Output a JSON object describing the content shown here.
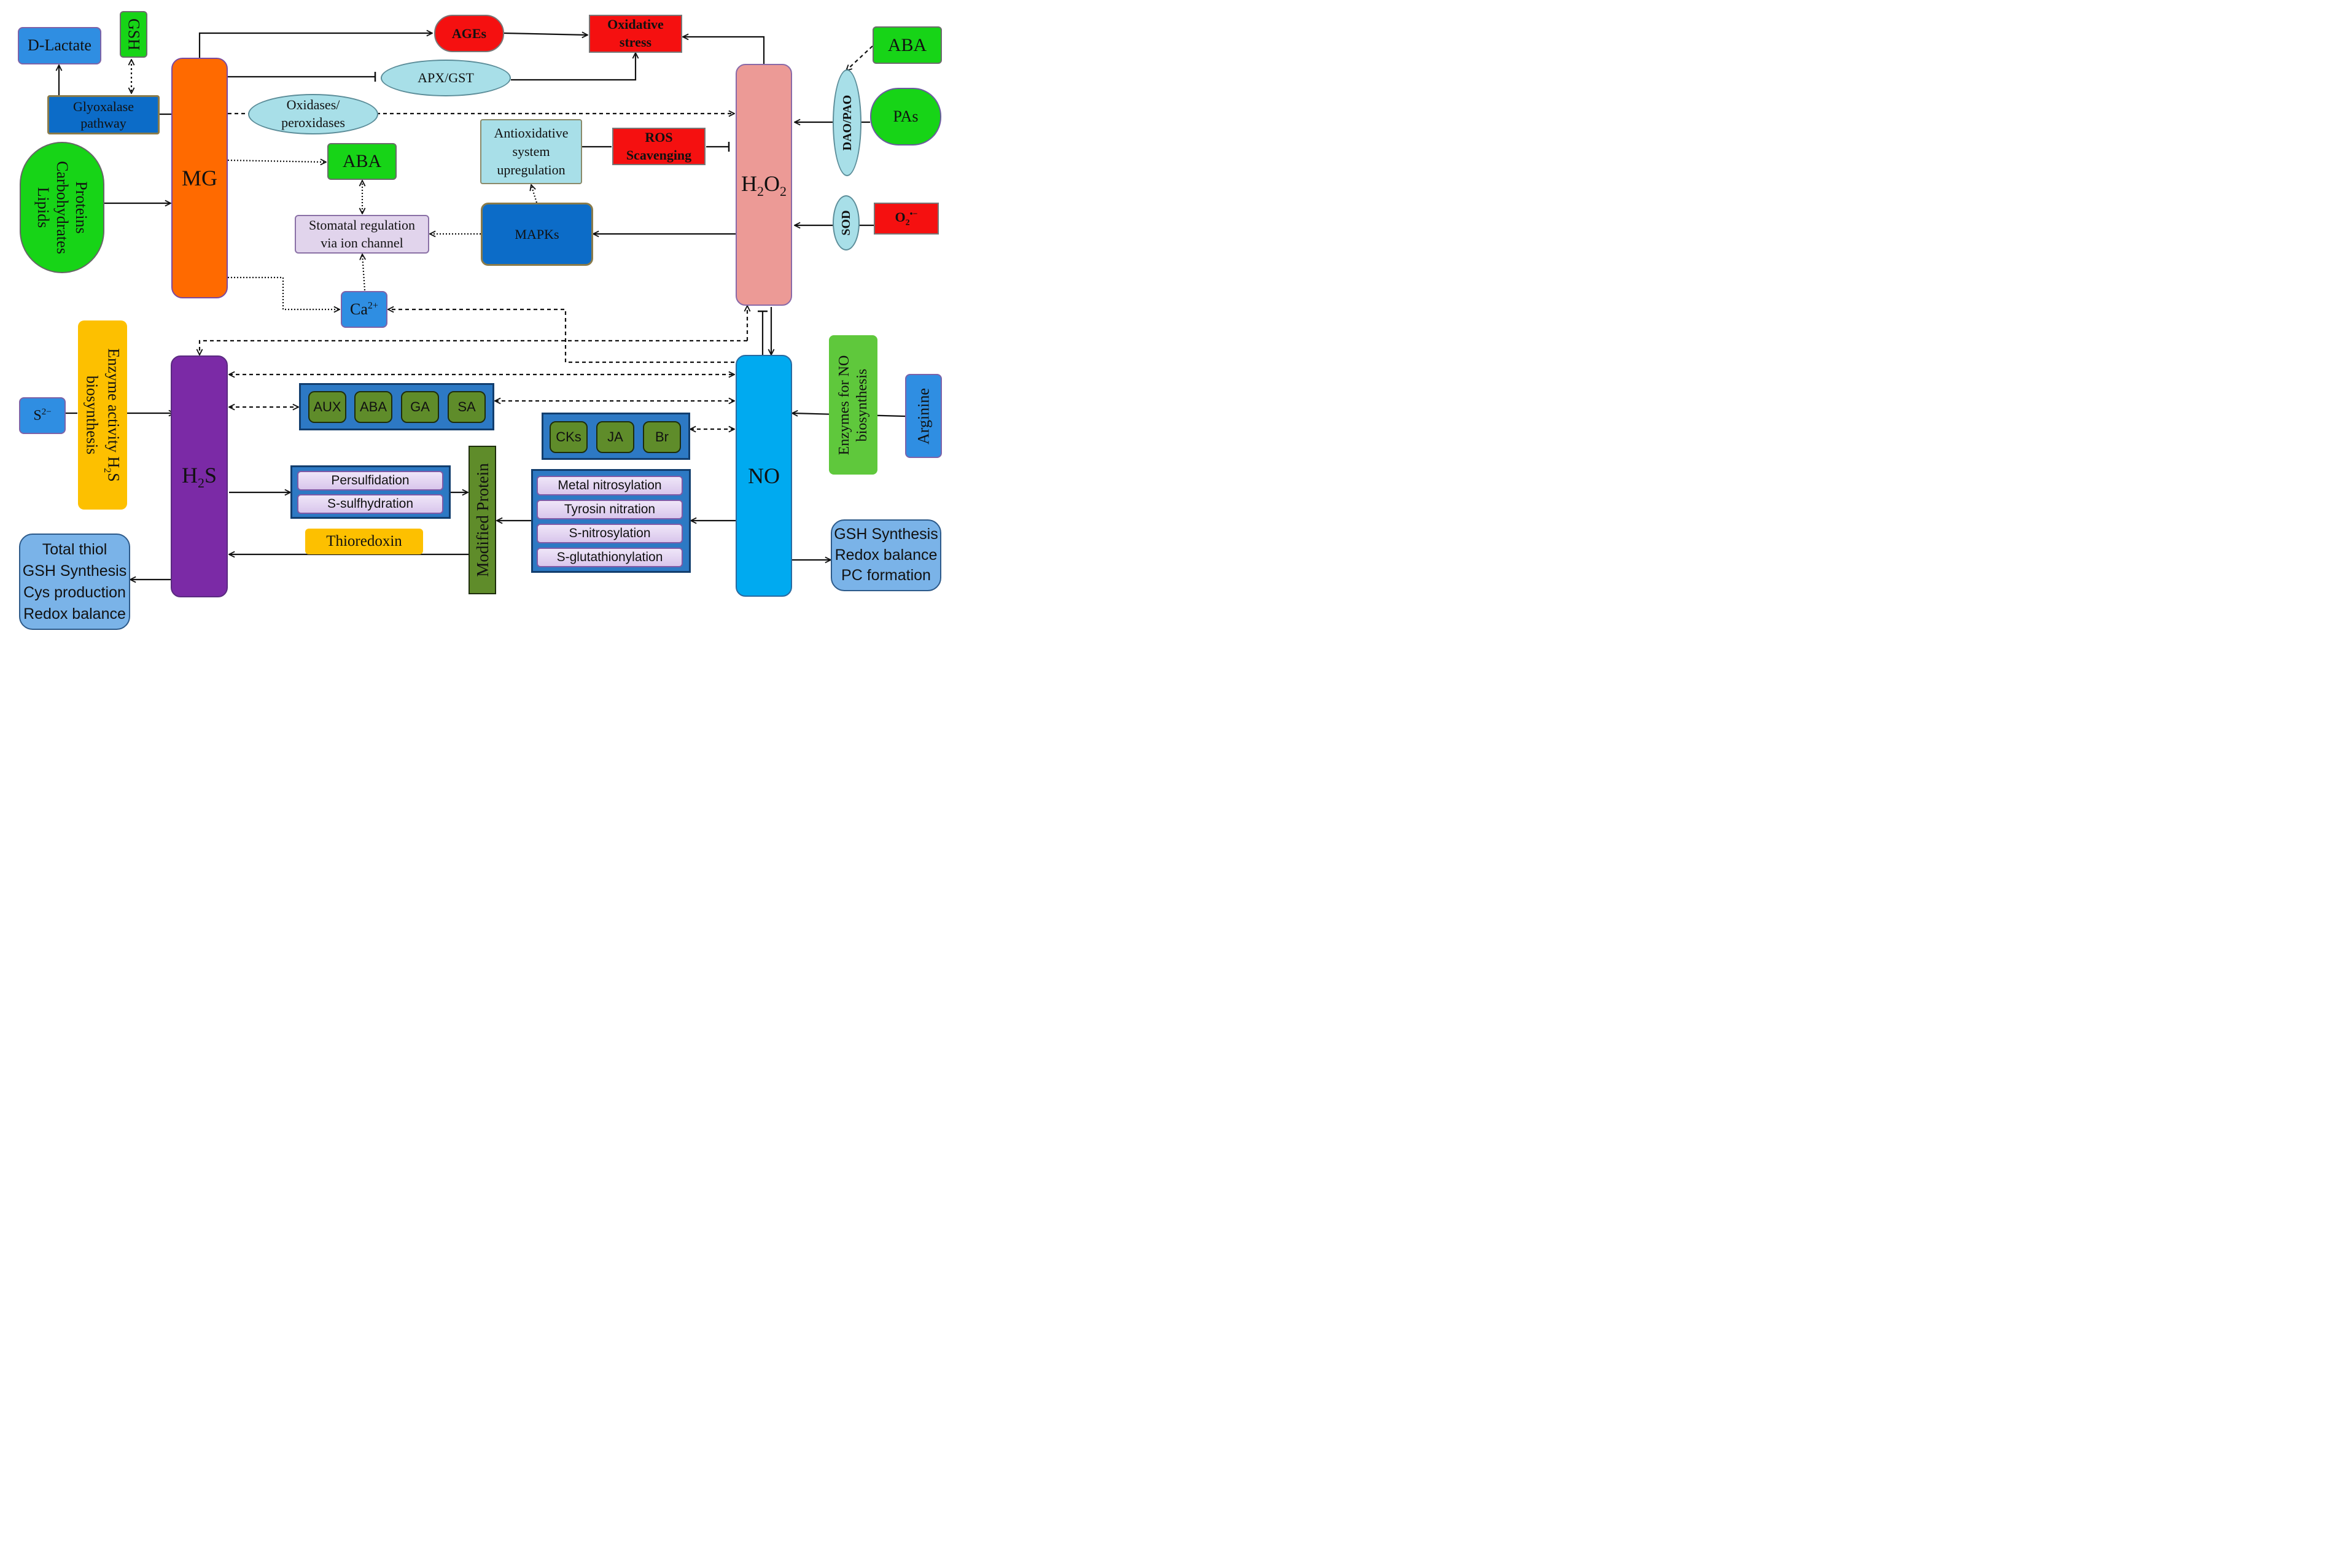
{
  "mg": {
    "label": "MG",
    "glyoxalase": "Glyoxalase pathway",
    "d_lactate": "D-Lactate",
    "gsh": "GSH",
    "substrates": [
      "Proteins",
      "Carbohydrates",
      "Lipids"
    ],
    "ages": "AGEs",
    "apx_gst": "APX/GST",
    "oxidases_1": "Oxidases/",
    "oxidases_2": "peroxidases",
    "aba": "ABA"
  },
  "oxidative_stress": {
    "line1": "Oxidative",
    "line2": "stress"
  },
  "stomatal": {
    "line1": "Stomatal regulation",
    "line2": "via ion channel"
  },
  "calcium": {
    "base": "Ca",
    "sup": "2+"
  },
  "antioxidative": {
    "line1": "Antioxidative",
    "line2": "system",
    "line3": "upregulation"
  },
  "ros": {
    "line1": "ROS",
    "line2": "Scavenging"
  },
  "mapks": "MAPKs",
  "h2o2": {
    "h": "H",
    "sub1": "2",
    "o": "O",
    "sub2": "2"
  },
  "h2o2_sources": {
    "aba": "ABA",
    "dao_pao": "DAO/PAO",
    "pas": "PAs",
    "sod": "SOD",
    "superoxide": {
      "o": "O",
      "sub": "2",
      "sup": "•−"
    }
  },
  "h2s": {
    "h": "H",
    "sub": "2",
    "s": "S",
    "sulfide": {
      "base": "S",
      "sup": "2−"
    },
    "enzyme_line1": "Enzyme activity H",
    "enzyme_sub": "2",
    "enzyme_s": "S",
    "enzyme_line2": "biosynthesis",
    "modifications": [
      "Persulfidation",
      "S-sulfhydration"
    ],
    "thioredoxin": "Thioredoxin",
    "outcomes": [
      "Total thiol",
      "GSH Synthesis",
      "Cys production",
      "Redox balance"
    ]
  },
  "hormones_top": [
    "AUX",
    "ABA",
    "GA",
    "SA"
  ],
  "hormones_mid": [
    "CKs",
    "JA",
    "Br"
  ],
  "modified_protein": "Modified Protein",
  "no": {
    "label": "NO",
    "enzymes_line1": "Enzymes for NO",
    "enzymes_line2": "biosynthesis",
    "arginine": "Arginine",
    "modifications": [
      "Metal nitrosylation",
      "Tyrosin nitration",
      "S-nitrosylation",
      "S-glutathionylation"
    ],
    "outcomes": [
      "GSH Synthesis",
      "Redox balance",
      "PC formation"
    ]
  },
  "colors": {
    "mg": "#ff6a00",
    "h2o2": "#ec9a96",
    "h2s": "#7b2aa6",
    "no": "#00aaf0",
    "green": "#17d417",
    "red": "#f51010",
    "cyan": "#a8dfe8",
    "hormone": "#5f8c2a"
  }
}
